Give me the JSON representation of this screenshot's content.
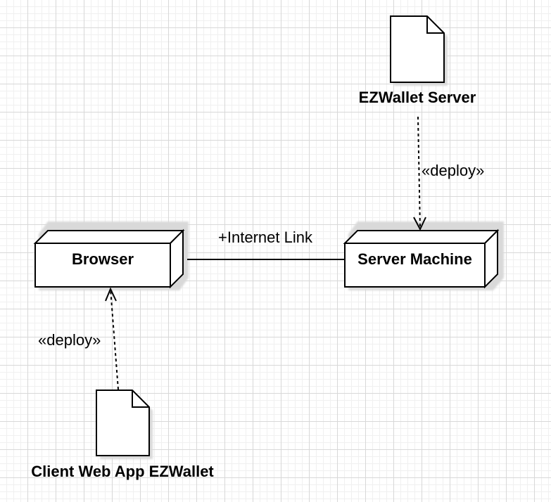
{
  "diagram": {
    "nodes": {
      "browser": {
        "label": "Browser"
      },
      "server_machine": {
        "label": "Server Machine"
      }
    },
    "artifacts": {
      "ezwallet_server": {
        "label": "EZWallet Server"
      },
      "client_web_app": {
        "label": "Client Web App EZWallet"
      }
    },
    "connectors": {
      "internet_link": {
        "label": "+Internet Link"
      },
      "deploy_server": {
        "label": "«deploy»"
      },
      "deploy_client": {
        "label": "«deploy»"
      }
    }
  },
  "colors": {
    "stroke": "#000000",
    "fill": "#ffffff",
    "shadow": "#d9d9d9",
    "grid_major": "#d8d8d8",
    "grid_minor": "#f0f0f0"
  }
}
